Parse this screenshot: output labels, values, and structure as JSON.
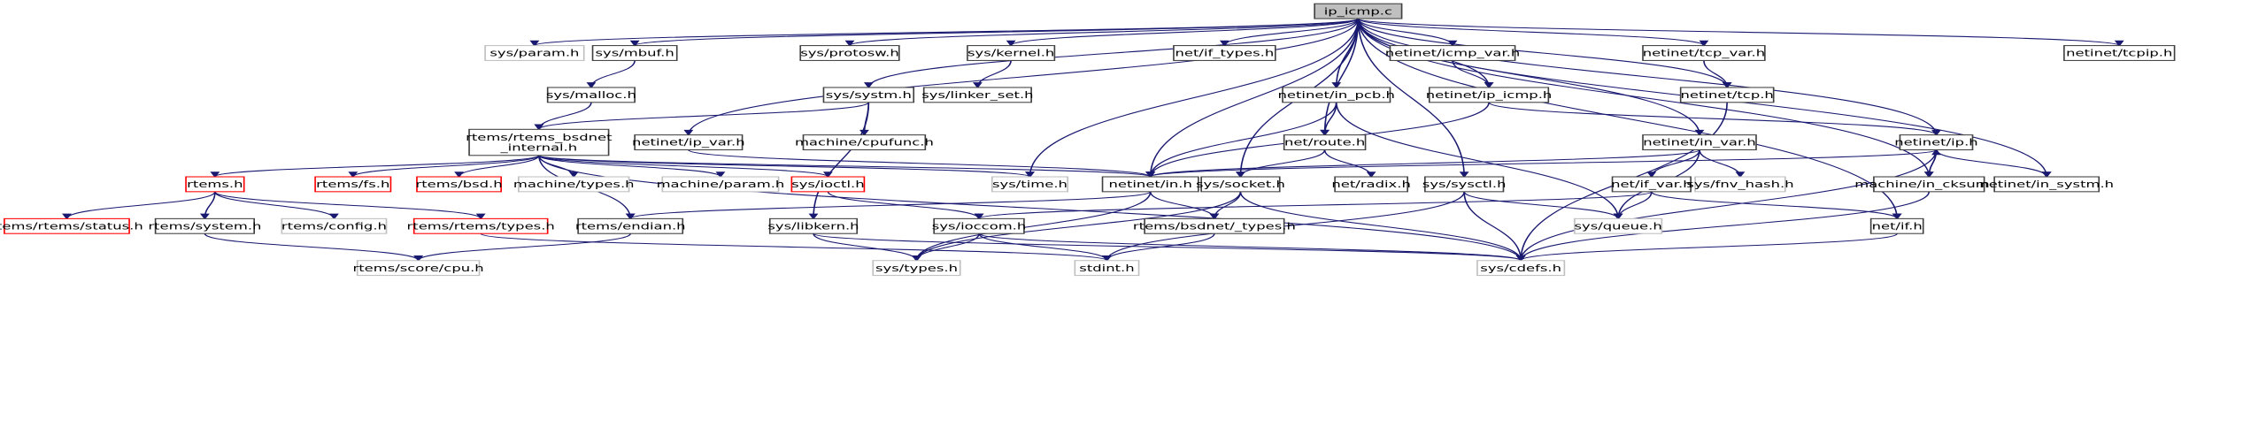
{
  "title": "ip_icmp.c",
  "colors": {
    "edge": "#191970",
    "root_fill": "#bfbfbf",
    "node_border": "#404040",
    "missing_border": "#bfbfbf",
    "red_border": "#ff0000"
  },
  "nodes": [
    {
      "id": "ip_icmp_c",
      "label": "ip_icmp.c",
      "style": "root"
    },
    {
      "id": "sys_param",
      "label": "sys/param.h",
      "style": "missing"
    },
    {
      "id": "sys_mbuf",
      "label": "sys/mbuf.h",
      "style": "normal"
    },
    {
      "id": "sys_protosw",
      "label": "sys/protosw.h",
      "style": "normal"
    },
    {
      "id": "sys_kernel",
      "label": "sys/kernel.h",
      "style": "normal"
    },
    {
      "id": "net_if_types",
      "label": "net/if_types.h",
      "style": "normal"
    },
    {
      "id": "netinet_icmp_var",
      "label": "netinet/icmp_var.h",
      "style": "normal"
    },
    {
      "id": "netinet_tcp_var",
      "label": "netinet/tcp_var.h",
      "style": "normal"
    },
    {
      "id": "netinet_tcpip",
      "label": "netinet/tcpip.h",
      "style": "normal"
    },
    {
      "id": "sys_malloc",
      "label": "sys/malloc.h",
      "style": "normal"
    },
    {
      "id": "sys_systm",
      "label": "sys/systm.h",
      "style": "normal"
    },
    {
      "id": "sys_linker_set",
      "label": "sys/linker_set.h",
      "style": "normal"
    },
    {
      "id": "netinet_in_pcb",
      "label": "netinet/in_pcb.h",
      "style": "normal"
    },
    {
      "id": "netinet_ip_icmp",
      "label": "netinet/ip_icmp.h",
      "style": "normal"
    },
    {
      "id": "netinet_tcp",
      "label": "netinet/tcp.h",
      "style": "normal"
    },
    {
      "id": "rtems_bsdnet_internal",
      "label": "rtems/rtems_bsdnet\n_internal.h",
      "style": "normal"
    },
    {
      "id": "netinet_ip_var",
      "label": "netinet/ip_var.h",
      "style": "normal"
    },
    {
      "id": "machine_cpufunc",
      "label": "machine/cpufunc.h",
      "style": "normal"
    },
    {
      "id": "net_route",
      "label": "net/route.h",
      "style": "normal"
    },
    {
      "id": "netinet_in_var",
      "label": "netinet/in_var.h",
      "style": "normal"
    },
    {
      "id": "netinet_ip",
      "label": "netinet/ip.h",
      "style": "normal"
    },
    {
      "id": "rtems_h",
      "label": "rtems.h",
      "style": "red"
    },
    {
      "id": "rtems_fs",
      "label": "rtems/fs.h",
      "style": "red"
    },
    {
      "id": "rtems_bsd",
      "label": "rtems/bsd.h",
      "style": "red"
    },
    {
      "id": "machine_types",
      "label": "machine/types.h",
      "style": "missing"
    },
    {
      "id": "machine_param",
      "label": "machine/param.h",
      "style": "missing"
    },
    {
      "id": "sys_ioctl",
      "label": "sys/ioctl.h",
      "style": "red"
    },
    {
      "id": "sys_time",
      "label": "sys/time.h",
      "style": "missing"
    },
    {
      "id": "netinet_in",
      "label": "netinet/in.h",
      "style": "normal"
    },
    {
      "id": "sys_socket",
      "label": "sys/socket.h",
      "style": "normal"
    },
    {
      "id": "net_radix",
      "label": "net/radix.h",
      "style": "normal"
    },
    {
      "id": "sys_sysctl",
      "label": "sys/sysctl.h",
      "style": "normal"
    },
    {
      "id": "net_if_var",
      "label": "net/if_var.h",
      "style": "normal"
    },
    {
      "id": "sys_fnv_hash",
      "label": "sys/fnv_hash.h",
      "style": "missing"
    },
    {
      "id": "machine_in_cksum",
      "label": "machine/in_cksum.h",
      "style": "normal"
    },
    {
      "id": "netinet_in_systm",
      "label": "netinet/in_systm.h",
      "style": "normal"
    },
    {
      "id": "rtems_rtems_status",
      "label": "rtems/rtems/status.h",
      "style": "red"
    },
    {
      "id": "rtems_system",
      "label": "rtems/system.h",
      "style": "normal"
    },
    {
      "id": "rtems_config",
      "label": "rtems/config.h",
      "style": "missing"
    },
    {
      "id": "rtems_rtems_types",
      "label": "rtems/rtems/types.h",
      "style": "red"
    },
    {
      "id": "rtems_endian",
      "label": "rtems/endian.h",
      "style": "normal"
    },
    {
      "id": "sys_libkern",
      "label": "sys/libkern.h",
      "style": "normal"
    },
    {
      "id": "sys_ioccom",
      "label": "sys/ioccom.h",
      "style": "normal"
    },
    {
      "id": "rtems_bsdnet_types",
      "label": "rtems/bsdnet/_types.h",
      "style": "normal"
    },
    {
      "id": "sys_queue",
      "label": "sys/queue.h",
      "style": "missing"
    },
    {
      "id": "net_if",
      "label": "net/if.h",
      "style": "normal"
    },
    {
      "id": "rtems_score_cpu",
      "label": "rtems/score/cpu.h",
      "style": "missing"
    },
    {
      "id": "sys_types",
      "label": "sys/types.h",
      "style": "missing"
    },
    {
      "id": "stdint",
      "label": "stdint.h",
      "style": "missing"
    },
    {
      "id": "sys_cdefs",
      "label": "sys/cdefs.h",
      "style": "missing"
    }
  ],
  "edges": [
    [
      "ip_icmp_c",
      "sys_param"
    ],
    [
      "ip_icmp_c",
      "sys_mbuf"
    ],
    [
      "ip_icmp_c",
      "sys_protosw"
    ],
    [
      "ip_icmp_c",
      "sys_kernel"
    ],
    [
      "ip_icmp_c",
      "net_if_types"
    ],
    [
      "ip_icmp_c",
      "netinet_icmp_var"
    ],
    [
      "ip_icmp_c",
      "netinet_tcp_var"
    ],
    [
      "ip_icmp_c",
      "netinet_tcpip"
    ],
    [
      "ip_icmp_c",
      "sys_systm"
    ],
    [
      "ip_icmp_c",
      "netinet_in_pcb"
    ],
    [
      "ip_icmp_c",
      "netinet_ip_icmp"
    ],
    [
      "ip_icmp_c",
      "netinet_tcp"
    ],
    [
      "ip_icmp_c",
      "netinet_ip_var"
    ],
    [
      "ip_icmp_c",
      "net_route"
    ],
    [
      "ip_icmp_c",
      "netinet_in_var"
    ],
    [
      "ip_icmp_c",
      "netinet_ip"
    ],
    [
      "ip_icmp_c",
      "sys_time"
    ],
    [
      "ip_icmp_c",
      "netinet_in"
    ],
    [
      "ip_icmp_c",
      "sys_socket"
    ],
    [
      "ip_icmp_c",
      "sys_sysctl"
    ],
    [
      "ip_icmp_c",
      "machine_in_cksum"
    ],
    [
      "ip_icmp_c",
      "netinet_in_systm"
    ],
    [
      "ip_icmp_c",
      "net_if"
    ],
    [
      "sys_mbuf",
      "sys_malloc"
    ],
    [
      "sys_malloc",
      "rtems_bsdnet_internal"
    ],
    [
      "sys_kernel",
      "sys_linker_set"
    ],
    [
      "sys_systm",
      "rtems_bsdnet_internal"
    ],
    [
      "sys_systm",
      "machine_cpufunc"
    ],
    [
      "sys_systm",
      "sys_libkern"
    ],
    [
      "netinet_icmp_var",
      "netinet_ip_icmp"
    ],
    [
      "netinet_tcp_var",
      "netinet_tcp"
    ],
    [
      "netinet_in_pcb",
      "net_route"
    ],
    [
      "netinet_in_pcb",
      "netinet_in"
    ],
    [
      "netinet_in_pcb",
      "sys_queue"
    ],
    [
      "netinet_ip_icmp",
      "netinet_ip"
    ],
    [
      "netinet_ip_icmp",
      "netinet_in"
    ],
    [
      "netinet_tcp",
      "sys_cdefs"
    ],
    [
      "rtems_bsdnet_internal",
      "rtems_h"
    ],
    [
      "rtems_bsdnet_internal",
      "rtems_fs"
    ],
    [
      "rtems_bsdnet_internal",
      "rtems_bsd"
    ],
    [
      "rtems_bsdnet_internal",
      "machine_types"
    ],
    [
      "rtems_bsdnet_internal",
      "machine_param"
    ],
    [
      "rtems_bsdnet_internal",
      "sys_ioctl"
    ],
    [
      "rtems_bsdnet_internal",
      "sys_time"
    ],
    [
      "rtems_bsdnet_internal",
      "netinet_in"
    ],
    [
      "rtems_bsdnet_internal",
      "rtems_endian"
    ],
    [
      "rtems_bsdnet_internal",
      "sys_cdefs"
    ],
    [
      "netinet_ip_var",
      "netinet_in"
    ],
    [
      "net_route",
      "sys_socket"
    ],
    [
      "net_route",
      "net_radix"
    ],
    [
      "netinet_in_var",
      "netinet_in"
    ],
    [
      "netinet_in_var",
      "net_if_var"
    ],
    [
      "netinet_in_var",
      "sys_fnv_hash"
    ],
    [
      "netinet_in_var",
      "sys_queue"
    ],
    [
      "netinet_ip",
      "netinet_in"
    ],
    [
      "netinet_ip",
      "machine_in_cksum"
    ],
    [
      "netinet_ip",
      "netinet_in_systm"
    ],
    [
      "netinet_ip",
      "sys_cdefs"
    ],
    [
      "machine_in_cksum",
      "netinet_ip"
    ],
    [
      "machine_in_cksum",
      "sys_cdefs"
    ],
    [
      "rtems_h",
      "rtems_rtems_status"
    ],
    [
      "rtems_h",
      "rtems_system"
    ],
    [
      "rtems_h",
      "rtems_config"
    ],
    [
      "rtems_h",
      "rtems_rtems_types"
    ],
    [
      "rtems_system",
      "rtems_score_cpu"
    ],
    [
      "rtems_endian",
      "rtems_score_cpu"
    ],
    [
      "rtems_rtems_types",
      "stdint"
    ],
    [
      "sys_ioctl",
      "sys_ioccom"
    ],
    [
      "netinet_in",
      "rtems_bsdnet_types"
    ],
    [
      "netinet_in",
      "rtems_endian"
    ],
    [
      "netinet_in",
      "sys_types"
    ],
    [
      "sys_socket",
      "rtems_bsdnet_types"
    ],
    [
      "sys_socket",
      "sys_cdefs"
    ],
    [
      "sys_socket",
      "sys_types"
    ],
    [
      "sys_sysctl",
      "sys_queue"
    ],
    [
      "sys_sysctl",
      "sys_cdefs"
    ],
    [
      "sys_sysctl",
      "stdint"
    ],
    [
      "net_if_var",
      "sys_queue"
    ],
    [
      "net_if_var",
      "net_if"
    ],
    [
      "net_if_var",
      "sys_ioccom"
    ],
    [
      "net_if",
      "sys_cdefs"
    ],
    [
      "sys_libkern",
      "sys_types"
    ],
    [
      "sys_libkern",
      "sys_cdefs"
    ],
    [
      "sys_ioccom",
      "sys_types"
    ],
    [
      "sys_ioccom",
      "stdint"
    ],
    [
      "sys_ioccom",
      "sys_cdefs"
    ],
    [
      "rtems_bsdnet_types",
      "stdint"
    ]
  ]
}
